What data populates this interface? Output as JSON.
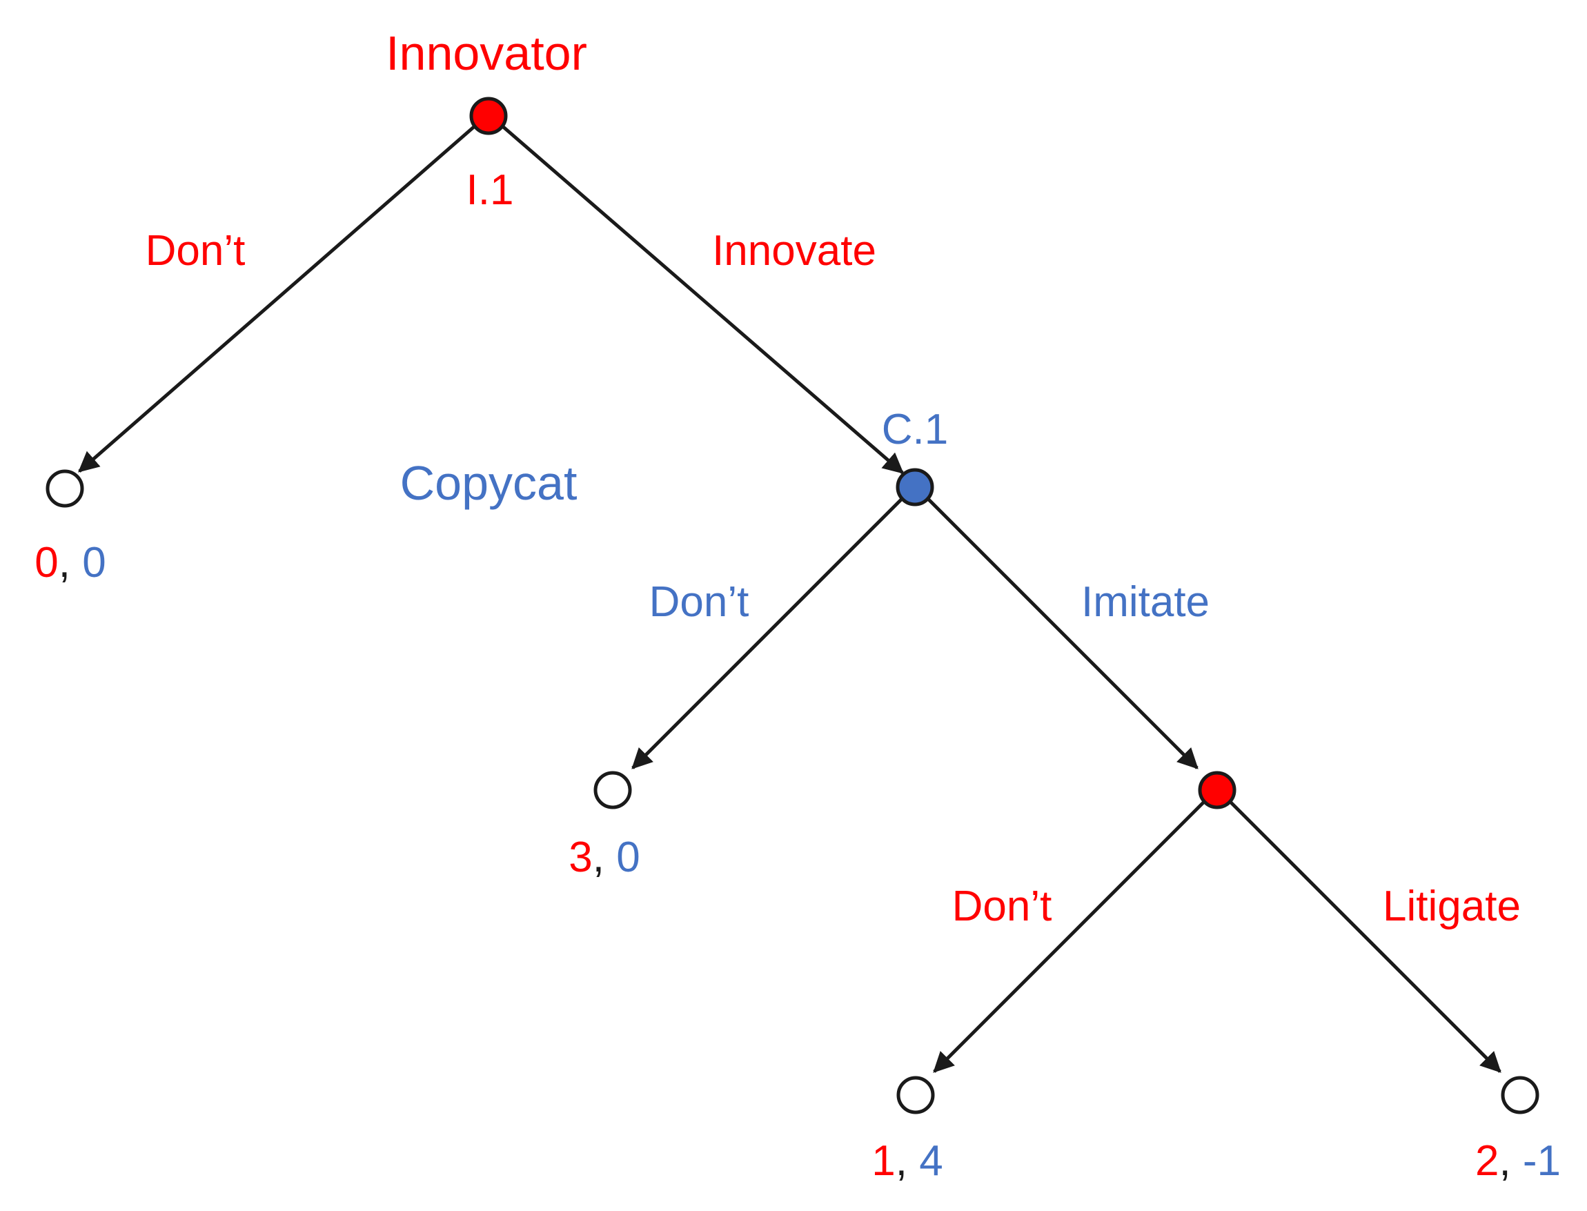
{
  "colors": {
    "innovator": "#ff0000",
    "copycat": "#4472c4",
    "neutral": "#1a1a1a",
    "terminal_fill": "#ffffff"
  },
  "players": {
    "innovator": "Innovator",
    "copycat": "Copycat"
  },
  "nodes": {
    "root": {
      "label": "I.1",
      "player": "innovator"
    },
    "copycat_node": {
      "label": "C.1",
      "player": "copycat"
    },
    "innovator_node2": {
      "label": "",
      "player": "innovator"
    }
  },
  "actions": {
    "root_dont": "Don’t",
    "root_innovate": "Innovate",
    "c1_dont": "Don’t",
    "c1_imitate": "Imitate",
    "i2_dont": "Don’t",
    "i2_litigate": "Litigate"
  },
  "payoffs": {
    "t1": {
      "innovator": "0",
      "copycat": "0"
    },
    "t2": {
      "innovator": "3",
      "copycat": "0"
    },
    "t3": {
      "innovator": "1",
      "copycat": "4"
    },
    "t4": {
      "innovator": "2",
      "copycat": "-1"
    }
  }
}
